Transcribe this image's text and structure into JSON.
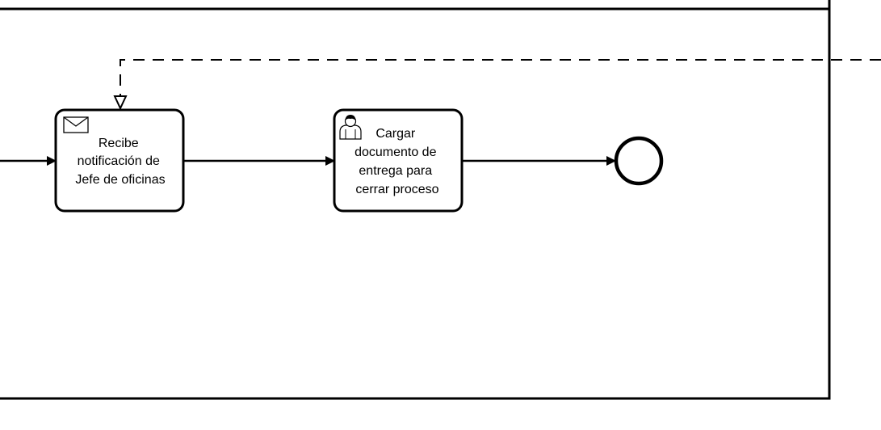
{
  "diagram": {
    "tasks": [
      {
        "id": "task-recibe-notificacion",
        "type": "receive-task",
        "icon": "envelope-icon",
        "label_lines": [
          "Recibe",
          "notificación de",
          "Jefe de oficinas"
        ]
      },
      {
        "id": "task-cargar-documento",
        "type": "user-task",
        "icon": "user-icon",
        "label_lines": [
          "Cargar",
          "documento de",
          "entrega para",
          "cerrar proceso"
        ]
      }
    ],
    "events": [
      {
        "id": "end-event",
        "type": "end-event"
      }
    ],
    "colors": {
      "stroke": "#000000",
      "fill": "#ffffff"
    }
  }
}
